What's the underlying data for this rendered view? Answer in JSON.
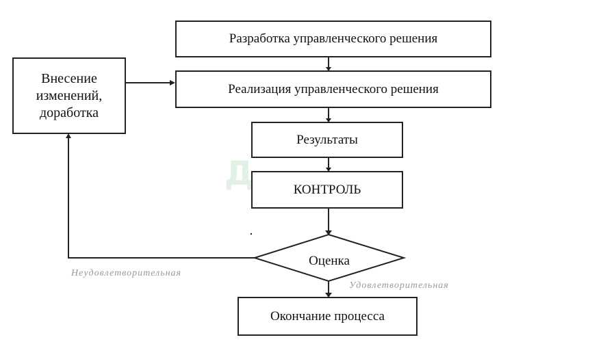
{
  "diagram": {
    "nodes": {
      "develop": "Разработка управленческого решения",
      "implement": "Реализация управленческого решения",
      "modify_line1": "Внесение",
      "modify_line2": "изменений,",
      "modify_line3": "доработка",
      "results": "Результаты",
      "control": "КОНТРОЛЬ",
      "evaluation": "Оценка",
      "finish": "Окончание процесса"
    },
    "edges": {
      "unsatisfactory": "Неудовлетворительная",
      "satisfactory": "Удовлетворительная"
    },
    "watermark": "Д"
  }
}
